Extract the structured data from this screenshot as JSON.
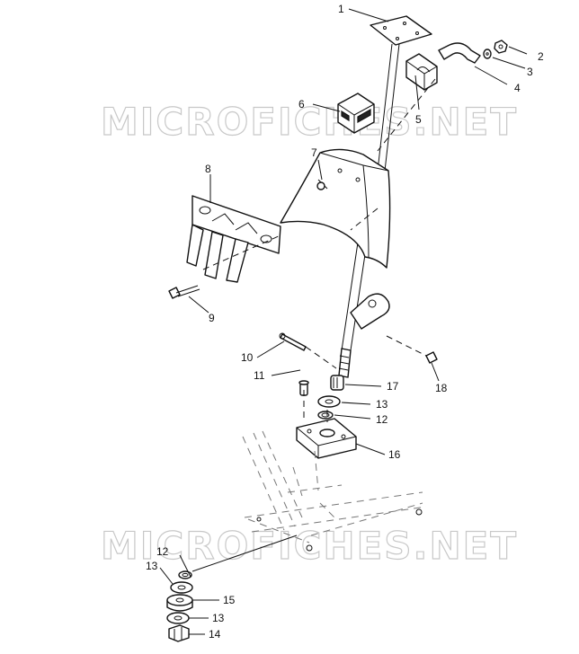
{
  "watermarks": [
    {
      "text": "MICROFICHES.NET"
    },
    {
      "text": "MICROFICHES.NET"
    }
  ],
  "callouts": [
    {
      "label": "1"
    },
    {
      "label": "2"
    },
    {
      "label": "3"
    },
    {
      "label": "4"
    },
    {
      "label": "5"
    },
    {
      "label": "6"
    },
    {
      "label": "7"
    },
    {
      "label": "8"
    },
    {
      "label": "9"
    },
    {
      "label": "10"
    },
    {
      "label": "11"
    },
    {
      "label": "17"
    },
    {
      "label": "13"
    },
    {
      "label": "12"
    },
    {
      "label": "16"
    },
    {
      "label": "18"
    },
    {
      "label": "12"
    },
    {
      "label": "13"
    },
    {
      "label": "15"
    },
    {
      "label": "13"
    },
    {
      "label": "14"
    }
  ]
}
